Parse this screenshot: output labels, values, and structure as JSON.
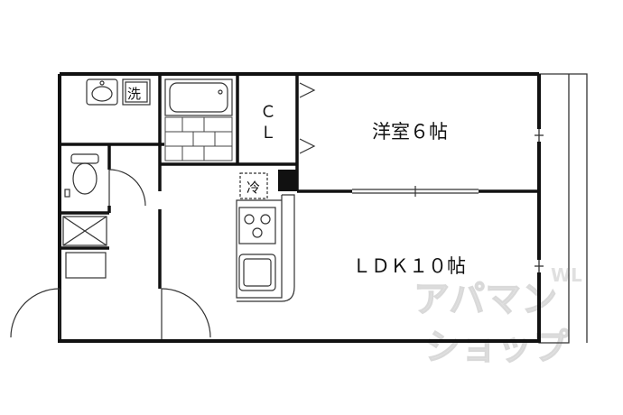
{
  "rooms": {
    "western_room": "洋室６帖",
    "ldk": "ＬＤＫ１０帖",
    "closet": [
      "Ｃ",
      "Ｌ"
    ]
  },
  "fixtures": {
    "washer": "洗",
    "fridge": "冷"
  },
  "watermark": {
    "line1": "アパマン",
    "line2": "ショップ",
    "mark": "WL"
  }
}
